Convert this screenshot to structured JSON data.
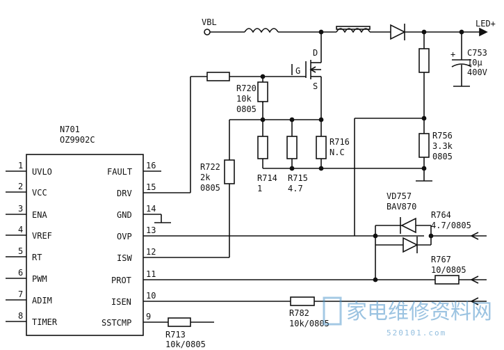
{
  "chip": {
    "ref": "N701",
    "part": "OZ9902C",
    "pins_left": [
      {
        "num": "1",
        "name": "UVLO"
      },
      {
        "num": "2",
        "name": "VCC"
      },
      {
        "num": "3",
        "name": "ENA"
      },
      {
        "num": "4",
        "name": "VREF"
      },
      {
        "num": "5",
        "name": "RT"
      },
      {
        "num": "6",
        "name": "PWM"
      },
      {
        "num": "7",
        "name": "ADIM"
      },
      {
        "num": "8",
        "name": "TIMER"
      }
    ],
    "pins_right": [
      {
        "num": "16",
        "name": "FAULT"
      },
      {
        "num": "15",
        "name": "DRV"
      },
      {
        "num": "14",
        "name": "GND"
      },
      {
        "num": "13",
        "name": "OVP"
      },
      {
        "num": "12",
        "name": "ISW"
      },
      {
        "num": "11",
        "name": "PROT"
      },
      {
        "num": "10",
        "name": "ISEN"
      },
      {
        "num": "9",
        "name": "SSTCMP"
      }
    ]
  },
  "nets": {
    "vbl": "VBL",
    "led_plus": "LED+"
  },
  "mosfet": {
    "d": "D",
    "g": "G",
    "s": "S"
  },
  "parts": {
    "r720": [
      "R720",
      "10k",
      "0805"
    ],
    "r722": [
      "R722",
      "2k",
      "0805"
    ],
    "r714": [
      "R714",
      "1"
    ],
    "r715": [
      "R715",
      "4.7"
    ],
    "r716": [
      "R716",
      "N.C"
    ],
    "r756": [
      "R756",
      "3.3k",
      "0805"
    ],
    "c753": [
      "C753",
      "10μ",
      "400V"
    ],
    "cap_plus": "+",
    "vd757": [
      "VD757",
      "BAV870"
    ],
    "r764": [
      "R764",
      "4.7/0805"
    ],
    "r767": [
      "R767",
      "10/0805"
    ],
    "r782": [
      "R782",
      "10k/0805"
    ],
    "r713": [
      "R713",
      "10k/0805"
    ]
  },
  "watermark": {
    "text": "家电维修资料网",
    "sub": "520101.com"
  }
}
